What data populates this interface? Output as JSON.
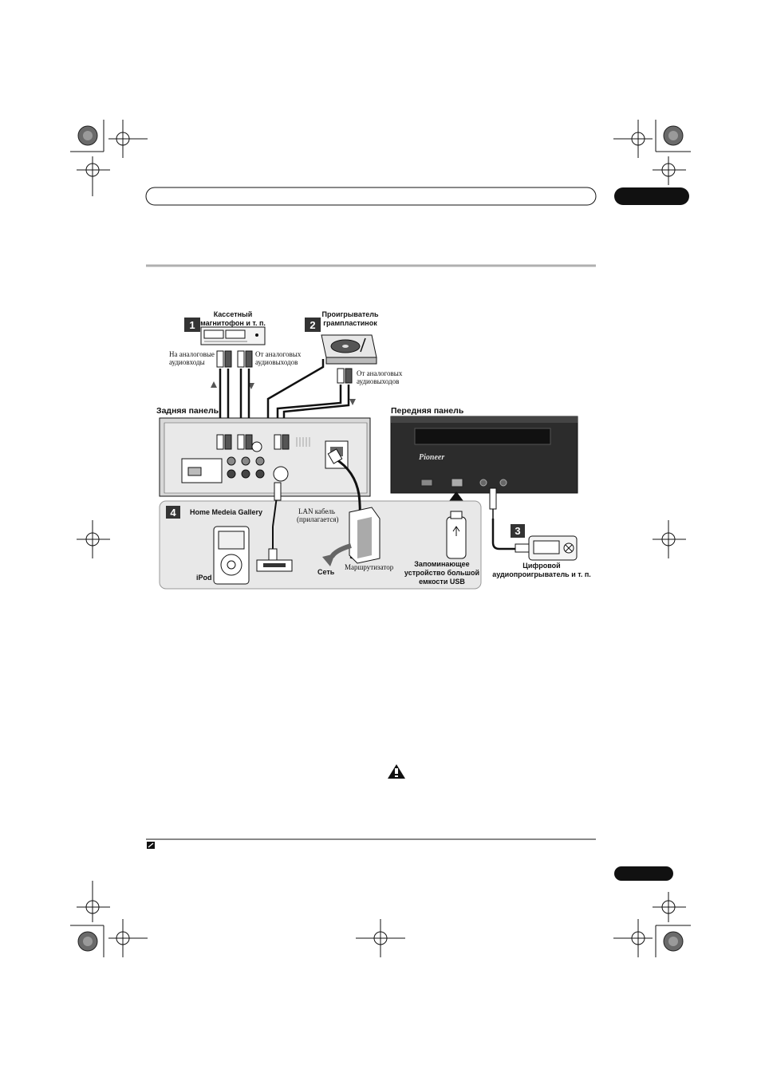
{
  "header": {
    "chapter_tab_text": "",
    "page_tab_text": ""
  },
  "diagram": {
    "badges": {
      "one": "1",
      "two": "2",
      "three": "3",
      "four": "4"
    },
    "cassette": {
      "line1": "Кассетный",
      "line2": "магнитофон и т. п."
    },
    "turntable": {
      "line1": "Проигрыватель",
      "line2": "грампластинок"
    },
    "analog_in": {
      "line1": "На аналоговые",
      "line2": "аудиовходы"
    },
    "analog_out": {
      "line1": "От аналоговых",
      "line2": "аудиовыходов"
    },
    "turntable_out": {
      "line1": "От аналоговых",
      "line2": "аудиовыходов"
    },
    "rear_panel_label": "Задняя панель",
    "front_panel_label": "Передняя панель",
    "brand_logo": "Pioneer",
    "home_gallery_label": "Home Medeia Gallery",
    "lan_cable": {
      "line1": "LAN кабель",
      "line2": "(прилагается)"
    },
    "router_label": "Маршрутизатор",
    "network_label": "Сеть",
    "ipod_label": "iPod",
    "usb_device": {
      "line1": "Запоминающее",
      "line2": "устройство большой",
      "line3": "емкости USB"
    },
    "digital_player": {
      "line1": "Цифровой",
      "line2": "аудиопроигрыватель и т. п."
    }
  },
  "footer": {
    "note_icon": "pencil-note-icon",
    "caution_icon": "caution-hand-icon"
  }
}
